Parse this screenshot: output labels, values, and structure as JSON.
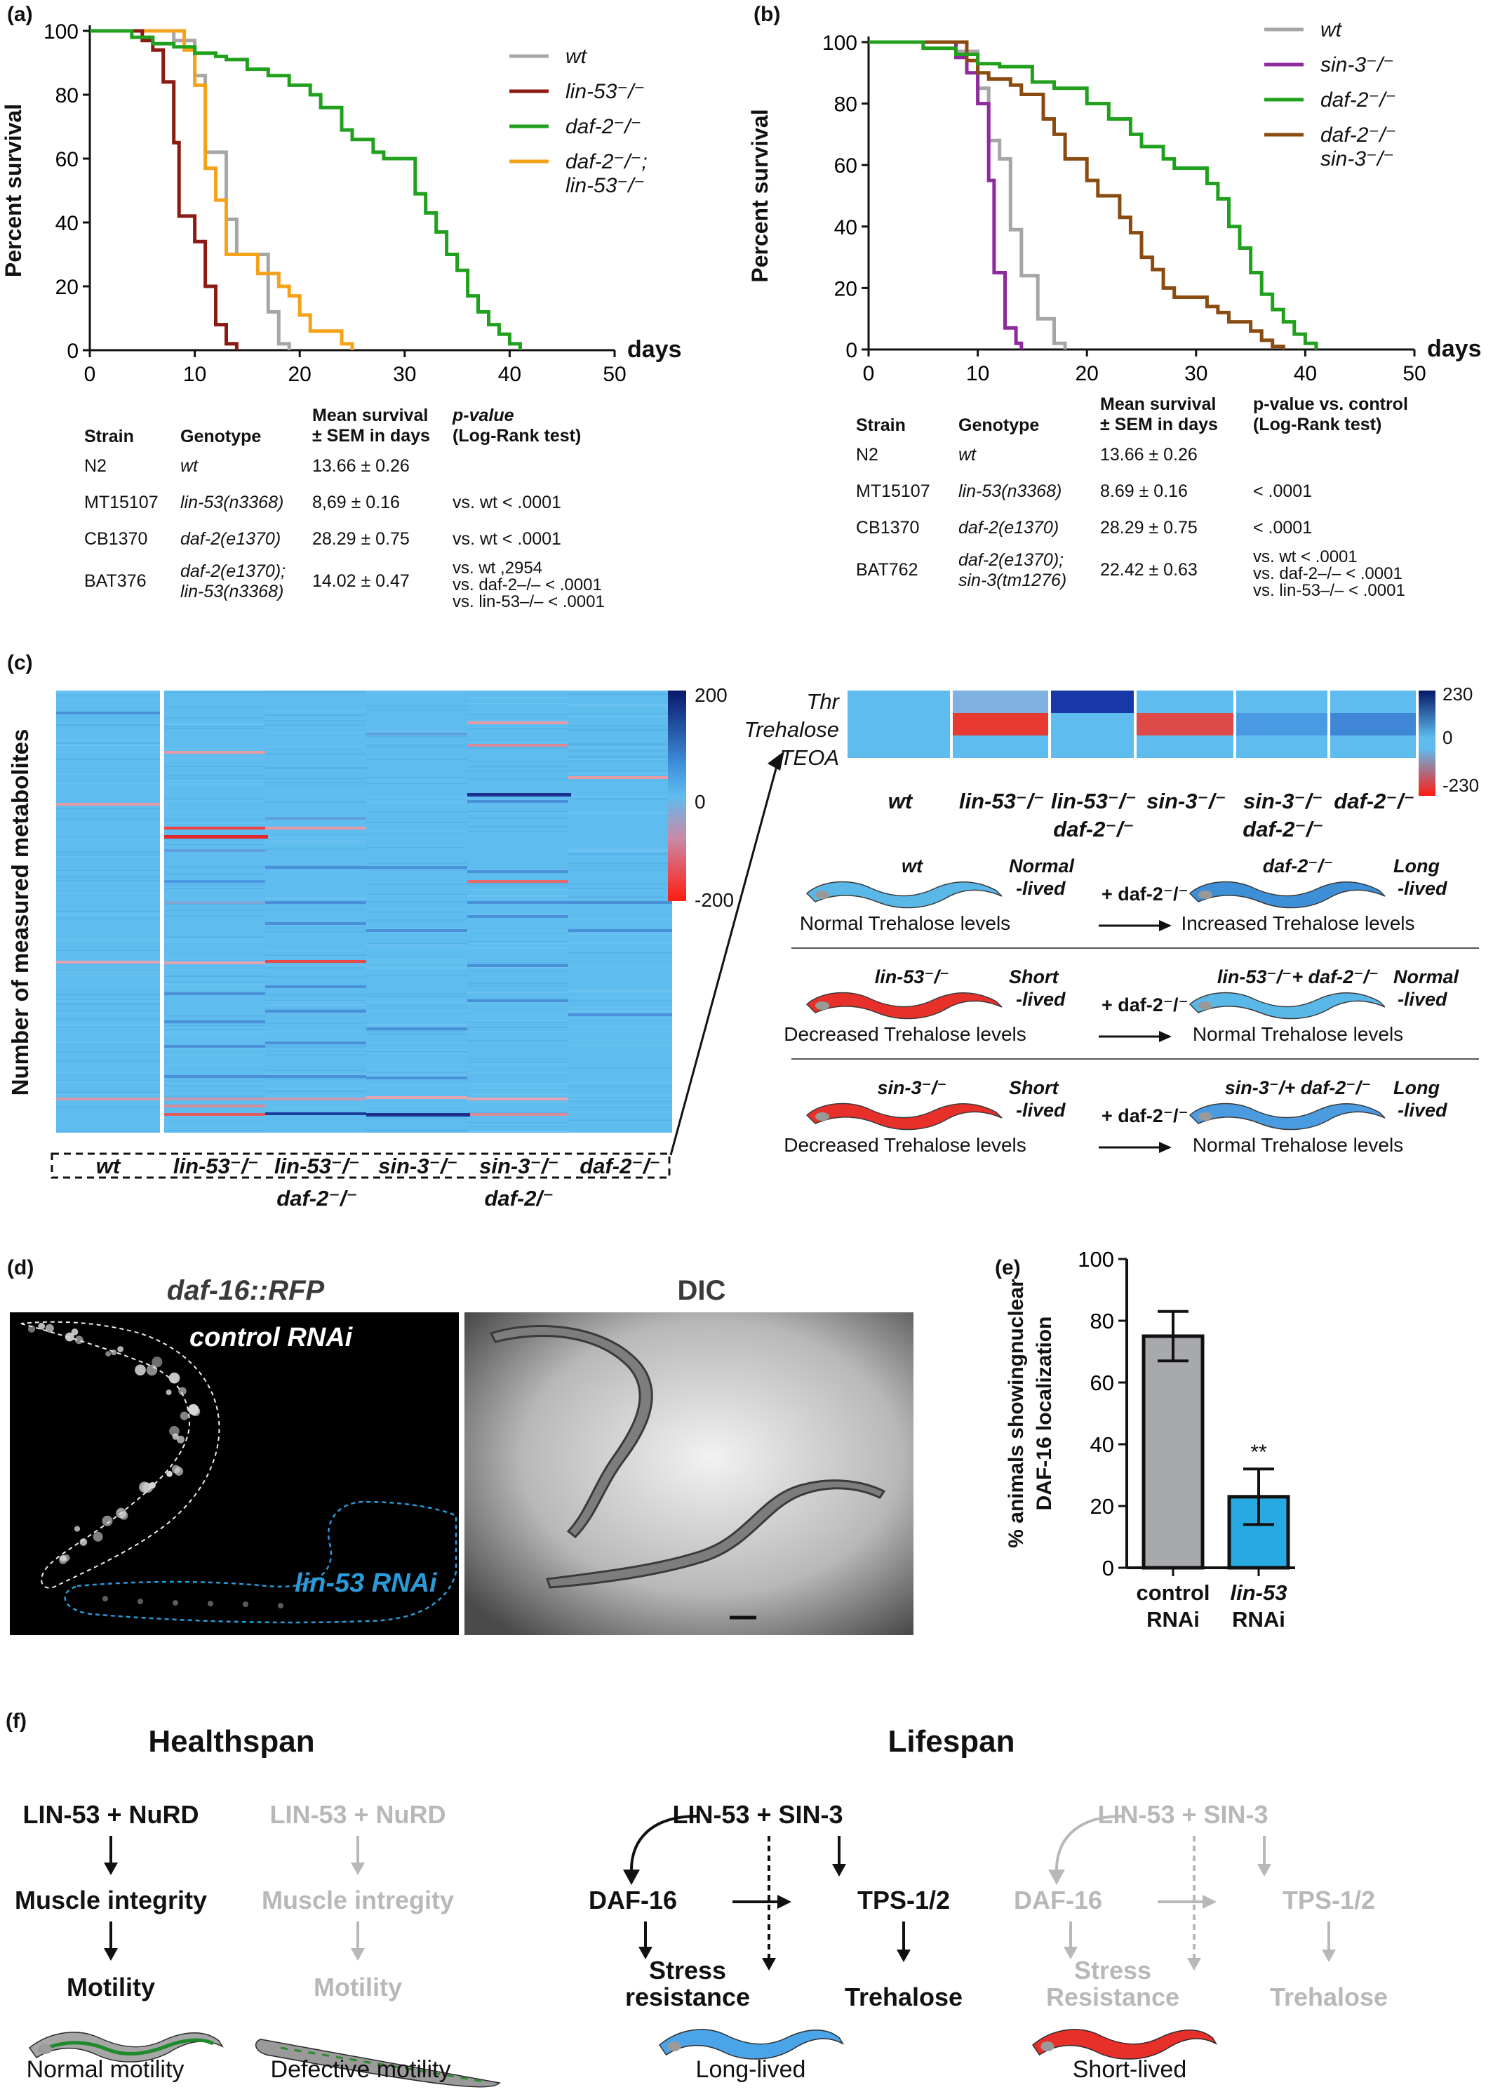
{
  "panel_a": {
    "label": "(a)",
    "ylabel": "Percent survival",
    "xlabel": "days",
    "legend": [
      {
        "name": "wt",
        "color": "#a6a6a6"
      },
      {
        "name": "lin-53⁻/⁻",
        "color": "#8b1a12"
      },
      {
        "name": "daf-2⁻/⁻",
        "color": "#21a01e"
      },
      {
        "name": "daf-2⁻/⁻;",
        "name2": "lin-53⁻/⁻",
        "color": "#f5a21b"
      }
    ],
    "table": {
      "headers": [
        "Strain",
        "Genotype",
        "Mean survival",
        "± SEM in days",
        "p-value",
        "(Log-Rank test)"
      ],
      "rows": [
        {
          "strain": "N2",
          "genotype": "wt",
          "genotype2": "",
          "mean": "13.66 ± 0.26",
          "p": "",
          "p2": "",
          "p3": ""
        },
        {
          "strain": "MT15107",
          "genotype": "lin-53(n3368)",
          "genotype2": "",
          "mean": "8,69 ± 0.16",
          "p": "vs. wt <   .0001",
          "p2": "",
          "p3": ""
        },
        {
          "strain": "CB1370",
          "genotype": "daf-2(e1370)",
          "genotype2": "",
          "mean": "28.29 ± 0.75",
          "p": "vs. wt <   .0001",
          "p2": "",
          "p3": ""
        },
        {
          "strain": "BAT376",
          "genotype": "daf-2(e1370);",
          "genotype2": "lin-53(n3368)",
          "mean": "14.02 ± 0.47",
          "p": "vs. wt ,2954",
          "p2": "vs. daf-2–/– < .0001",
          "p3": "vs. lin-53–/– < .0001"
        }
      ]
    }
  },
  "panel_b": {
    "label": "(b)",
    "ylabel": "Percent survival",
    "xlabel": "days",
    "legend": [
      {
        "name": "wt",
        "color": "#a6a6a6"
      },
      {
        "name": "sin-3⁻/⁻",
        "color": "#8e2a9e"
      },
      {
        "name": "daf-2⁻/⁻",
        "color": "#21a01e"
      },
      {
        "name": "daf-2⁻/⁻",
        "name2": "sin-3⁻/⁻",
        "color": "#8a4b10"
      }
    ],
    "table": {
      "headers": [
        "Strain",
        "Genotype",
        "Mean survival",
        "± SEM in days",
        "p-value vs. control",
        "(Log-Rank test)"
      ],
      "rows": [
        {
          "strain": "N2",
          "genotype": "wt",
          "genotype2": "",
          "mean": "13.66 ± 0.26",
          "p": "",
          "p2": "",
          "p3": ""
        },
        {
          "strain": "MT15107",
          "genotype": "lin-53(n3368)",
          "genotype2": "",
          "mean": "8.69 ± 0.16",
          "p": "< .0001",
          "p2": "",
          "p3": ""
        },
        {
          "strain": "CB1370",
          "genotype": "daf-2(e1370)",
          "genotype2": "",
          "mean": "28.29 ± 0.75",
          "p": "< .0001",
          "p2": "",
          "p3": ""
        },
        {
          "strain": "BAT762",
          "genotype": "daf-2(e1370);",
          "genotype2": "sin-3(tm1276)",
          "mean": "22.42 ± 0.63",
          "p": "vs. wt < .0001",
          "p2": "vs. daf-2–/– < .0001",
          "p3": "vs. lin-53–/– < .0001"
        }
      ]
    }
  },
  "panel_c": {
    "label": "(c)",
    "ylabel": "Number of measured metabolites",
    "columns": [
      "wt",
      "lin-53⁻/⁻",
      "lin-53⁻/⁻",
      "sin-3⁻/⁻",
      "sin-3⁻/⁻",
      "daf-2⁻/⁻"
    ],
    "columns2": [
      "",
      "",
      "daf-2⁻/⁻",
      "",
      "daf-2/⁻",
      ""
    ],
    "colorbar_ticks": [
      "200",
      "0",
      "-200"
    ],
    "zoom": {
      "rows": [
        "Thr",
        "Trehalose",
        "TEOA"
      ],
      "columns": [
        "wt",
        "lin-53⁻/⁻",
        "lin-53⁻/⁻",
        "sin-3⁻/⁻",
        "sin-3⁻/⁻",
        "daf-2⁻/⁻"
      ],
      "columns2": [
        "",
        "",
        "daf-2⁻/⁻",
        "",
        "daf-2⁻/⁻",
        ""
      ],
      "colorbar_ticks": [
        "230",
        "0",
        "-230"
      ]
    },
    "schema": [
      {
        "left_label": "wt",
        "left_status": "Normal",
        "left_status2": "-lived",
        "left_caption": "Normal Trehalose levels",
        "arrow_label": "+ daf-2⁻/⁻",
        "right_label": "daf-2⁻/⁻",
        "right_status": "Long",
        "right_status2": "-lived",
        "right_caption": "Increased Trehalose levels",
        "left_color": "#5ab8e8",
        "right_color": "#3d8fd8"
      },
      {
        "left_label": "lin-53⁻/⁻",
        "left_status": "Short",
        "left_status2": "-lived",
        "left_caption": "Decreased Trehalose levels",
        "arrow_label": "+ daf-2⁻/⁻",
        "right_label": "lin-53⁻/⁻+ daf-2⁻/⁻",
        "right_status": "Normal",
        "right_status2": "-lived",
        "right_caption": "Normal Trehalose levels",
        "left_color": "#e8302a",
        "right_color": "#5ab8e8"
      },
      {
        "left_label": "sin-3⁻/⁻",
        "left_status": "Short",
        "left_status2": "-lived",
        "left_caption": "Decreased Trehalose levels",
        "arrow_label": "+ daf-2⁻/⁻",
        "right_label": "sin-3⁻/+ daf-2⁻/⁻",
        "right_status": "Long",
        "right_status2": "-lived",
        "right_caption": "Normal Trehalose levels",
        "left_color": "#e8302a",
        "right_color": "#4b9be0"
      }
    ]
  },
  "panel_d": {
    "label": "(d)",
    "title_left": "daf-16::RFP",
    "title_right": "DIC",
    "label_control": "control RNAi",
    "label_lin53": "lin-53 RNAi"
  },
  "panel_e": {
    "label": "(e)",
    "ylabel_line1": "% animals showingnuclear",
    "ylabel_line2": "DAF-16 localization",
    "significance": "**",
    "chart_data": {
      "type": "bar",
      "categories": [
        "control RNAi",
        "lin-53 RNAi"
      ],
      "category_lines": [
        [
          "control",
          "RNAi"
        ],
        [
          "lin-53",
          "RNAi"
        ]
      ],
      "values": [
        75,
        23
      ],
      "errors": [
        8,
        9
      ],
      "colors": [
        "#a7a9ac",
        "#29a9e1"
      ],
      "ylim": [
        0,
        100
      ],
      "yticks": [
        0,
        20,
        40,
        60,
        80,
        100
      ]
    }
  },
  "panel_f": {
    "label": "(f)",
    "healthspan_title": "Healthspan",
    "lifespan_title": "Lifespan",
    "healthspan": {
      "top": "LIN-53 + NuRD",
      "mid": "Muscle integrity",
      "mid_faded": "Muscle intregity",
      "bottom": "Motility",
      "caption_normal": "Normal motility",
      "caption_defective": "Defective motility"
    },
    "lifespan": {
      "top": "LIN-53 + SIN-3",
      "left": "DAF-16",
      "right": "TPS-1/2",
      "stress": "Stress",
      "resistance": "resistance",
      "resistance_faded": "Resistance",
      "trehalose": "Trehalose",
      "caption_long": "Long-lived",
      "caption_short": "Short-lived"
    }
  }
}
